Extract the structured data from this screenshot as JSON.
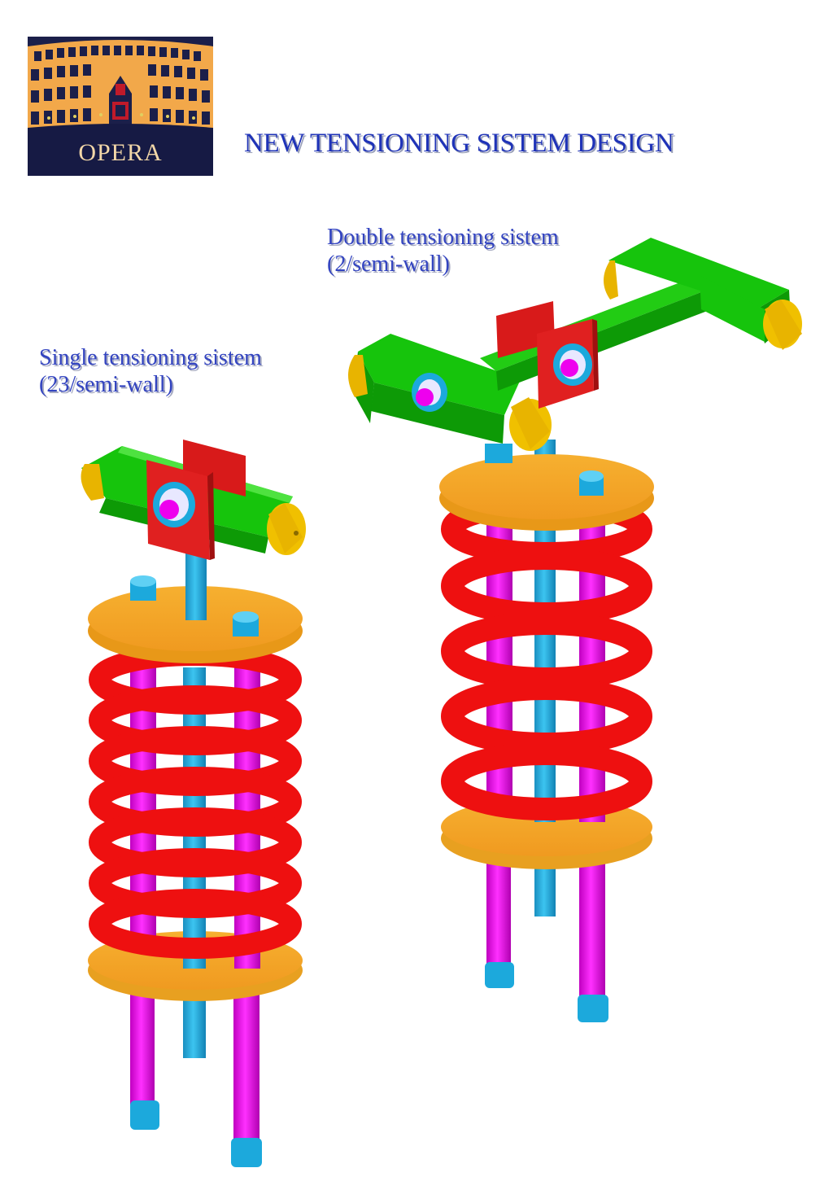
{
  "title": "NEW TENSIONING SISTEM DESIGN",
  "logo": {
    "text": "OPERA"
  },
  "labels": {
    "double": {
      "line1": "Double tensioning sistem",
      "line2": "(2/semi-wall)"
    },
    "single": {
      "line1": "Single tensioning sistem",
      "line2": "(23/semi-wall)"
    }
  },
  "colors": {
    "title": "#1f33b8",
    "spring": "#ee1010",
    "plate": "#f4a828",
    "rod_magenta": "#ee00ee",
    "rod_cyan": "#1ca9dc",
    "beam": "#16c40c",
    "bracket": "#d81a1a",
    "end_cap": "#e8b400"
  },
  "icons": {
    "logo": "opera-theatre-logo"
  }
}
